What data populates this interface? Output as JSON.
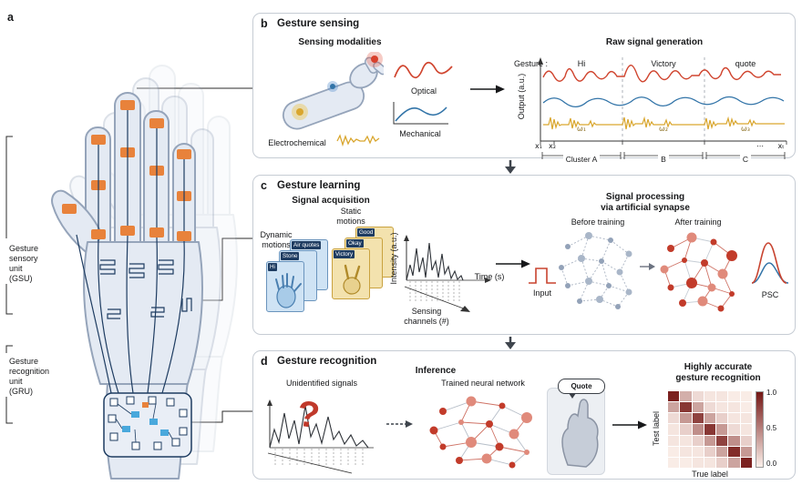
{
  "colors": {
    "accent_red": "#c8432f",
    "accent_blue": "#3274a8",
    "accent_yellow": "#d9a62e",
    "sensor_orange": "#e8823b",
    "circuit_navy": "#1e3c61",
    "heat_high": "#741614",
    "heat_low": "#fcf0ea"
  },
  "panel_a": {
    "letter": "a",
    "gsu_lines": [
      "Gesture",
      "sensory",
      "unit",
      "(GSU)"
    ],
    "gru_lines": [
      "Gesture",
      "recognition",
      "unit",
      "(GRU)"
    ]
  },
  "panel_b": {
    "letter": "b",
    "title": "Gesture sensing",
    "modalities_title": "Sensing modalities",
    "optical_label": "Optical",
    "mechanical_label": "Mechanical",
    "electrochemical_label": "Electrochemical",
    "raw_title": "Raw signal generation",
    "gesture_prefix": "Gesture :",
    "gestures": [
      "Hi",
      "Victory",
      "quote"
    ],
    "ylabel": "Output (a.u.)",
    "omega_labels": [
      "ω₁",
      "ω₂",
      "ω₃"
    ],
    "xtick_labels": [
      "x₁",
      "x₂",
      "⋯",
      "xₜ"
    ],
    "cluster_labels": [
      "Cluster A",
      "B",
      "C"
    ]
  },
  "panel_c": {
    "letter": "c",
    "title": "Gesture learning",
    "acquisition_title": "Signal acquisition",
    "dynamic_lines": [
      "Dynamic",
      "motions"
    ],
    "static_lines": [
      "Static",
      "motions"
    ],
    "dynamic_cards": [
      "Hi",
      "Stone",
      "Air quotes"
    ],
    "static_cards": [
      "Victory",
      "Okay",
      "Good"
    ],
    "intensity_label": "Intensity (a.u.)",
    "time_label": "Time (s)",
    "channels_lines": [
      "Sensing",
      "channels (#)"
    ],
    "processing_title_lines": [
      "Signal processing",
      "via artificial synapse"
    ],
    "before_label": "Before training",
    "after_label": "After training",
    "input_label": "Input",
    "psc_label": "PSC"
  },
  "panel_d": {
    "letter": "d",
    "title": "Gesture recognition",
    "inference_title": "Inference",
    "unidentified_label": "Unidentified signals",
    "network_label": "Trained neural network",
    "quote_label": "Quote",
    "question_mark": "?",
    "result_lines": [
      "Highly accurate",
      "gesture recognition"
    ],
    "heatmap": {
      "ylabel": "Test label",
      "xlabel": "True label",
      "colorbar_ticks": [
        "1.0",
        "0.5",
        "0.0"
      ],
      "values": [
        [
          0.95,
          0.3,
          0.1,
          0.05,
          0.05,
          0.02,
          0.02
        ],
        [
          0.35,
          0.85,
          0.35,
          0.1,
          0.05,
          0.05,
          0.02
        ],
        [
          0.1,
          0.4,
          0.8,
          0.35,
          0.15,
          0.05,
          0.05
        ],
        [
          0.05,
          0.15,
          0.45,
          0.85,
          0.4,
          0.1,
          0.05
        ],
        [
          0.05,
          0.05,
          0.15,
          0.4,
          0.8,
          0.45,
          0.15
        ],
        [
          0.02,
          0.05,
          0.05,
          0.15,
          0.35,
          0.9,
          0.4
        ],
        [
          0.02,
          0.02,
          0.05,
          0.05,
          0.15,
          0.35,
          0.95
        ]
      ]
    }
  }
}
